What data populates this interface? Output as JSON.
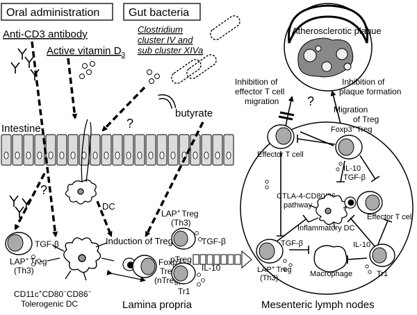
{
  "boxes": {
    "oral_administration": "Oral administration",
    "gut_bacteria": "Gut bacteria"
  },
  "agents": {
    "anti_cd3": "Anti-CD3 antibody",
    "vitamin_d": "Active vitamin D",
    "vitamin_d_sub": "3",
    "clostridium_1": "Clostridium",
    "clostridium_2": "cluster IV and",
    "clostridium_3": "sub cluster XIVa",
    "butyrate": "butyrate",
    "question": "?"
  },
  "regions": {
    "intestine": "Intestine",
    "lamina_propria": "Lamina propria",
    "mesenteric": "Mesenteric lymph nodes",
    "plaque": "Atherosclerotic plaque"
  },
  "lamina": {
    "dc": "DC",
    "tgf_beta": "TGF-β",
    "lap_treg_1": "LAP",
    "lap_treg_sup": "+",
    "lap_treg_2": "Treg",
    "th3": "(Th3)",
    "tolerogenic_1a": "CD11c",
    "tolerogenic_1b": "+",
    "tolerogenic_1c": "CD80",
    "tolerogenic_1d": "−",
    "tolerogenic_1e": "CD86",
    "tolerogenic_1f": "−",
    "tolerogenic_2": "Tolerogenic DC",
    "induction": "Induction of Treg",
    "foxp3_1": "Foxp3",
    "foxp3_sup": "+",
    "foxp3_2": "Treg",
    "ntreg": "(nTreg)",
    "ptreg": "pTreg",
    "il10": "IL-10",
    "tr1": "Tr1"
  },
  "lymph": {
    "effector_t": "Effector T cell",
    "foxp3_treg": "Foxp3",
    "foxp3_sup": "+",
    "foxp3_treg2": "Treg",
    "il10_tgf_1": "IL-10",
    "il10_tgf_2": "TGF-β",
    "ctla_1": "CTLA-4-CD80/86",
    "ctla_2": "pathway",
    "effector_t2": "Effector T cell",
    "inflammatory_dc": "Inflammatory DC",
    "tgf_beta": "TGF-β",
    "il10": "IL-10",
    "macrophage": "Macrophage",
    "lap_1": "LAP",
    "lap_sup": "+",
    "lap_2": "Treg",
    "th3": "(Th3)",
    "tr1": "Tr1"
  },
  "plaque_effects": {
    "inhibition_effector_1": "Inhibition of",
    "inhibition_effector_2": "effector T cell",
    "inhibition_effector_3": "migration",
    "inhibition_plaque_1": "Inhibition of",
    "inhibition_plaque_2": "plaque formation",
    "migration_treg_1": "Migration",
    "migration_treg_2": "of Treg"
  }
}
